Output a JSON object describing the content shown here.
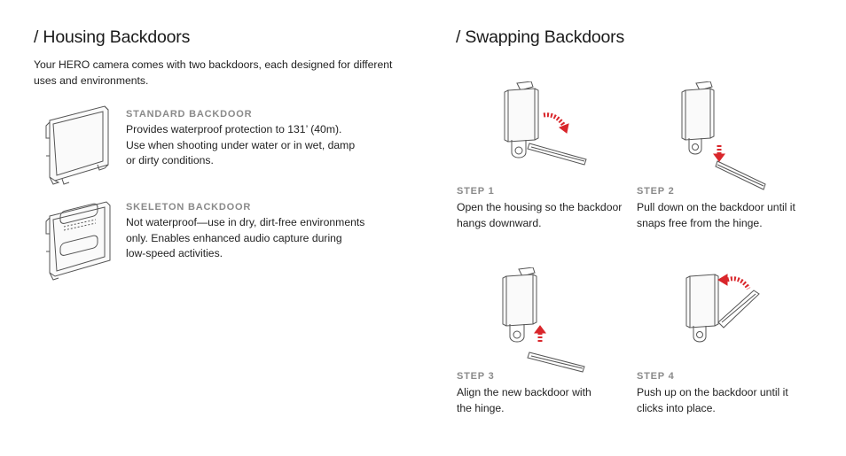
{
  "left": {
    "title": "/ Housing Backdoors",
    "intro_line1": "Your HERO camera comes with two backdoors, each designed for different",
    "intro_line2": "uses and environments.",
    "standard": {
      "heading": "STANDARD BACKDOOR",
      "line1": "Provides waterproof protection to 131’ (40m).",
      "line2": "Use when shooting under water or in wet, damp",
      "line3": "or dirty conditions."
    },
    "skeleton": {
      "heading": "SKELETON BACKDOOR",
      "line1": "Not waterproof—use in dry, dirt-free environments",
      "line2": "only. Enables enhanced audio capture during",
      "line3": "low-speed activities."
    }
  },
  "right": {
    "title": "/ Swapping Backdoors",
    "steps": [
      {
        "heading": "STEP 1",
        "line1": "Open the housing so the backdoor",
        "line2": "hangs downward."
      },
      {
        "heading": "STEP 2",
        "line1": "Pull down on the backdoor until it",
        "line2": "snaps free from the hinge."
      },
      {
        "heading": "STEP 3",
        "line1": "Align the new backdoor with",
        "line2": "the hinge."
      },
      {
        "heading": "STEP 4",
        "line1": "Push up on the backdoor until it",
        "line2": "clicks into place."
      }
    ]
  },
  "colors": {
    "accent_red": "#d9262b",
    "heading_gray": "#8a8a8a",
    "line_art": "#555555"
  },
  "icons": [
    "standard-backdoor-image",
    "skeleton-backdoor-image",
    "step-1-illustration",
    "step-2-illustration",
    "step-3-illustration",
    "step-4-illustration"
  ]
}
